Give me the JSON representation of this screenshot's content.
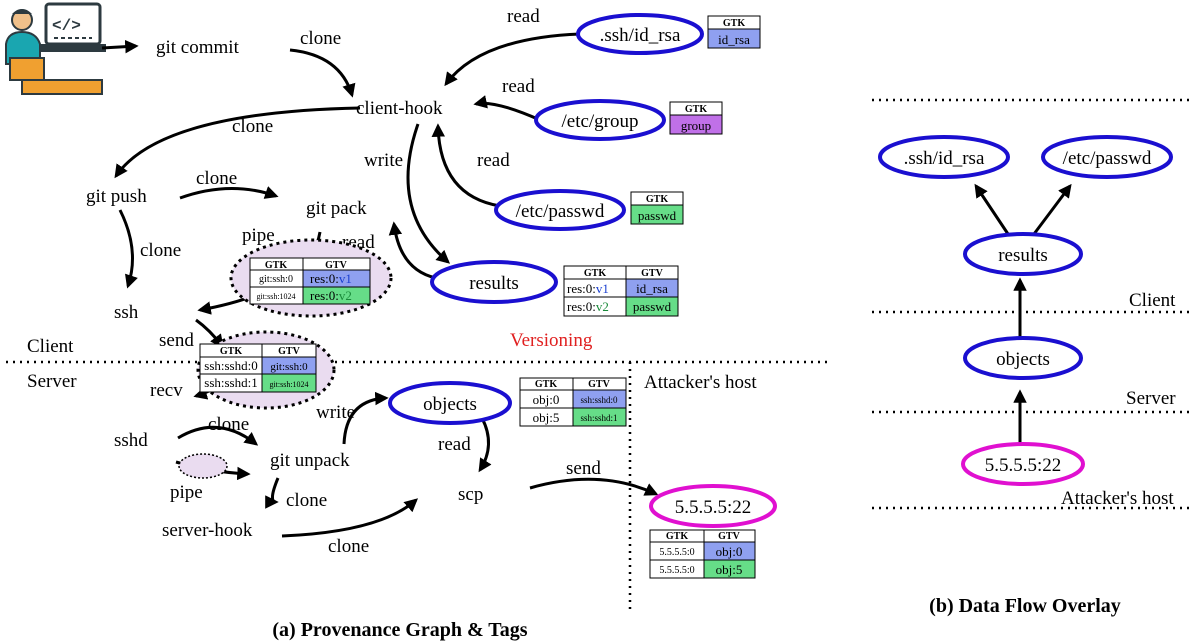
{
  "panel_a": {
    "caption": "(a) Provenance Graph & Tags",
    "nodes": {
      "git_commit": "git commit",
      "client_hook": "client-hook",
      "git_push": "git push",
      "git_pack": "git pack",
      "ssh": "ssh",
      "sshd": "sshd",
      "git_unpack": "git unpack",
      "server_hook": "server-hook",
      "scp": "scp",
      "pipe_top": "pipe",
      "pipe_bottom": "pipe",
      "ssh_id_rsa": ".ssh/id_rsa",
      "etc_group": "/etc/group",
      "etc_passwd": "/etc/passwd",
      "results": "results",
      "objects": "objects",
      "attacker_ip": "5.5.5.5:22"
    },
    "edge_labels": {
      "commit_clone": "clone",
      "hook_clone": "clone",
      "push_clone_pack": "clone",
      "push_clone_ssh": "clone",
      "read_id_rsa": "read",
      "read_group": "read",
      "read_passwd": "read",
      "write_results": "write",
      "read_results": "read",
      "ssh_send": "send",
      "sshd_recv": "recv",
      "sshd_clone": "clone",
      "unpack_write": "write",
      "objects_read": "read",
      "unpack_clone": "clone",
      "serverhook_clone": "clone",
      "scp_send": "send"
    },
    "region_labels": {
      "client": "Client",
      "server": "Server",
      "attacker": "Attacker's host",
      "versioning": "Versioning"
    },
    "tables": {
      "id_rsa": {
        "header": "GTK",
        "value": "id_rsa"
      },
      "group": {
        "header": "GTK",
        "value": "group"
      },
      "passwd": {
        "header": "GTK",
        "value": "passwd"
      },
      "pipe_tags": {
        "headers": [
          "GTK",
          "GTV"
        ],
        "rows": [
          {
            "k": "git:ssh:0",
            "v_prefix": "res:0:",
            "v_suffix": "v1"
          },
          {
            "k": "git:ssh:1024",
            "v_prefix": "res:0:",
            "v_suffix": "v2"
          }
        ]
      },
      "results_tags": {
        "headers": [
          "GTK",
          "GTV"
        ],
        "rows": [
          {
            "k_prefix": "res:0:",
            "k_suffix": "v1",
            "v": "id_rsa"
          },
          {
            "k_prefix": "res:0:",
            "k_suffix": "v2",
            "v": "passwd"
          }
        ]
      },
      "send_tags": {
        "headers": [
          "GTK",
          "GTV"
        ],
        "rows": [
          {
            "k": "ssh:sshd:0",
            "v": "git:ssh:0"
          },
          {
            "k": "ssh:sshd:1",
            "v": "git:ssh:1024"
          }
        ]
      },
      "objects_tags": {
        "headers": [
          "GTK",
          "GTV"
        ],
        "rows": [
          {
            "k": "obj:0",
            "v": "ssh:sshd:0"
          },
          {
            "k": "obj:5",
            "v": "ssh:sshd:1"
          }
        ]
      },
      "attacker_tags": {
        "headers": [
          "GTK",
          "GTV"
        ],
        "rows": [
          {
            "k": "5.5.5.5:0",
            "v": "obj:0"
          },
          {
            "k": "5.5.5.5:0",
            "v": "obj:5"
          }
        ]
      }
    }
  },
  "panel_b": {
    "caption": "(b) Data Flow Overlay",
    "nodes": {
      "id_rsa": ".ssh/id_rsa",
      "passwd": "/etc/passwd",
      "results": "results",
      "objects": "objects",
      "attacker": "5.5.5.5:22"
    },
    "region_labels": {
      "client": "Client",
      "server": "Server",
      "attacker": "Attacker's host"
    }
  },
  "colors": {
    "node_border": "#1a0fd0",
    "attacker_border": "#e010d0",
    "blue_cell": "#8fa0f0",
    "green_cell": "#66dd88",
    "purple_cell": "#c070e8",
    "pipe_fill": "#eadcf0",
    "versioning_text": "#e02020",
    "v_text": "#1a3fd0",
    "v2_text": "#1a8a3a"
  }
}
